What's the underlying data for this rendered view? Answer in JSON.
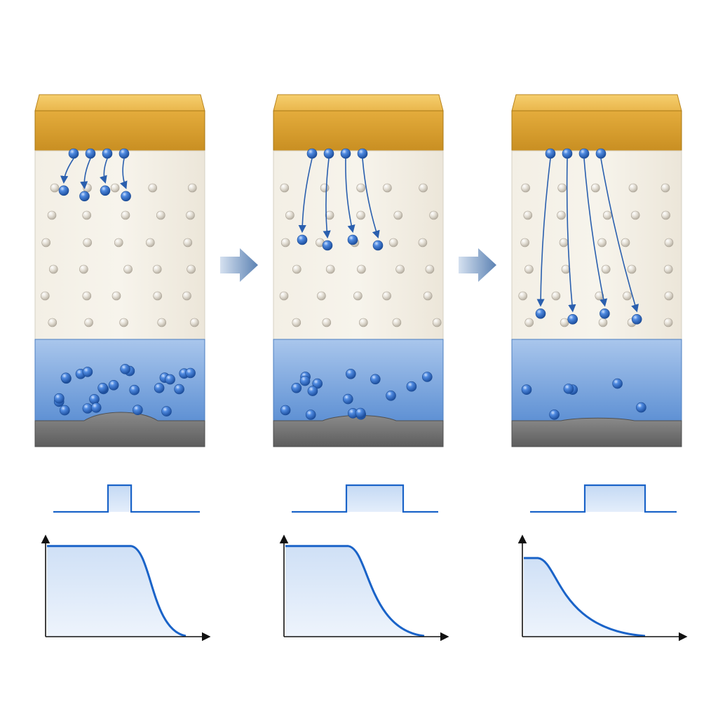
{
  "colors": {
    "background": "#ffffff",
    "electrode_top": "#d9a335",
    "electrode_top_face": "#f1c35a",
    "dielectric": "#f2ede2",
    "host_atom": "#e2ddd3",
    "ion": "#2f6fc9",
    "ion_reservoir": "#7ea8de",
    "bottom_electrode": "#707070",
    "arrow": "#6c8fba",
    "pulse_line": "#1a63c8",
    "pulse_fill": "#cfe0f6",
    "curve": "#1a63c8",
    "axis": "#111111"
  },
  "panels": [
    {
      "stage": 1,
      "top_ions": 4,
      "drift_depth_fraction": 0.2,
      "reservoir_ions": 24,
      "pulse_width_fraction": 0.18,
      "profile_plateau_fraction": 0.57,
      "profile_start_level": 0.82
    },
    {
      "stage": 2,
      "top_ions": 4,
      "drift_depth_fraction": 0.5,
      "reservoir_ions": 16,
      "pulse_width_fraction": 0.44,
      "profile_plateau_fraction": 0.42,
      "profile_start_level": 0.82
    },
    {
      "stage": 3,
      "top_ions": 4,
      "drift_depth_fraction": 0.95,
      "reservoir_ions": 6,
      "pulse_width_fraction": 0.76,
      "profile_plateau_fraction": 0.08,
      "profile_start_level": 0.7
    }
  ],
  "transitions": [
    {
      "icon": "right-arrow-icon"
    },
    {
      "icon": "right-arrow-icon"
    }
  ]
}
